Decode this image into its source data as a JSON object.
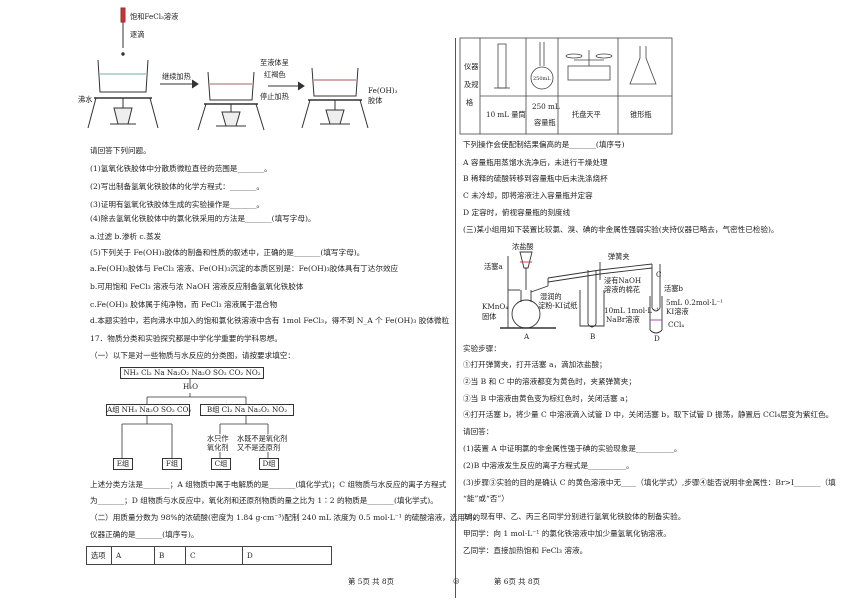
{
  "apparatus_top": {
    "reagent": "饱和FeCl₃溶液",
    "drip": "逐滴",
    "boiling_water": "沸水",
    "continue_heat": "继续加热",
    "until_red": "至液体呈",
    "red_brown": "红褐色",
    "stop_heat": "停止加热",
    "product": "Fe(OH)₃",
    "product2": "胶体"
  },
  "left_lines": [
    "请回答下列问题。",
    "(1)氢氧化铁胶体中分散质微粒直径的范围是_______。",
    "(2)写出制备氢氧化铁胶体的化学方程式：_______。",
    "(3)证明有氢氧化铁胶体生成的实验操作是_______。",
    "(4)除去氢氧化铁胶体中的氯化铁采用的方法是_______(填写字母)。",
    "a.过滤  b.渗析  c.蒸发",
    "(5)下列关于 Fe(OH)₃胶体的制备和性质的叙述中，正确的是_______(填写字母)。",
    "a.Fe(OH)₃胶体与 FeCl₃ 溶液、Fe(OH)₃沉淀的本质区别是：Fe(OH)₃胶体具有丁达尔效应",
    "b.可用饱和 FeCl₃ 溶液与浓 NaOH 溶液反应制备氢氧化铁胶体",
    "c.Fe(OH)₃ 胶体属于纯净物，而 FeCl₃ 溶液属于混合物",
    "d.本题实验中，若向沸水中加入的饱和氯化铁溶液中含有 1mol FeCl₃，得不到 N_A 个 Fe(OH)₃ 胶体微粒",
    "17．物质分类和实验探究都是中学化学重要的学科思想。",
    "（一）以下是对一些物质与水反应的分类图，请按要求填空："
  ],
  "classification": {
    "top": "NH₃ Cl₂ Na Na₂O₂ Na₂O SO₂ CO₂ NO₂",
    "water": "H₂O",
    "groupA": "A组 NH₃ Na₂O SO₂ CO₂",
    "groupB": "B组  Cl₂  Na  Na₂O₂  NO₂",
    "water_oxidant": "水只作",
    "water_oxidant2": "氧化剂",
    "water_neither": "水既不是氧化剂",
    "water_neither2": "又不是还原剂",
    "groupE": "E组",
    "groupF": "F组",
    "groupC": "C组",
    "groupD": "D组"
  },
  "left_lines2": [
    "上述分类方法是_______；A 组物质中属于电解质的是_______(填化学式)；C 组物质与水反应的离子方程式",
    "为_______；D 组物质与水反应中，氧化剂和还原剂物质的量之比为 1∶2 的物质是_______(填化学式)。",
    "（二）用质量分数为 98%的浓硫酸(密度为 1.84 g·cm⁻³)配制 240 mL 浓度为 0.5 mol·L⁻¹ 的硫酸溶液，选用到的",
    "仪器正确的是_______(填序号)。"
  ],
  "option_row": [
    "选项",
    "A",
    "B",
    "C",
    "D"
  ],
  "instrument_table": {
    "header1": "仪器",
    "header2": "及规",
    "header3": "格",
    "items": [
      "10 mL 量筒",
      "250 mL",
      "容量瓶",
      "托盘天平",
      "锥形瓶"
    ],
    "flask_mark": "250mL"
  },
  "right_lines": [
    "下列操作会使配制结果偏高的是_______(填序号)",
    "A  容量瓶用蒸馏水洗净后，未进行干燥处理",
    "B  稀释的硫酸转移到容量瓶中后未洗涤烧杯",
    "C  未冷却，即将溶液注入容量瓶并定容",
    "D  定容时，俯视容量瓶的刻度线",
    "(三)某小组用如下装置比较氯、溴、碘的非金属性强弱实验(夹持仪器已略去，气密性已检验)。"
  ],
  "apparatus_right": {
    "conc_hcl": "浓盐酸",
    "valve_a": "活塞a",
    "wet_paper": "湿润的",
    "wet_paper2": "淀粉-KI试纸",
    "kmno4": "KMnO₄",
    "solid": "固体",
    "clamp": "弹簧夹",
    "naoh_cotton": "浸有NaOH",
    "naoh_cotton2": "溶液的棉花",
    "valve_b": "活塞b",
    "nabr": "10mL 1mol·L⁻¹",
    "nabr2": "NaBr溶液",
    "ki": "5mL 0.2mol·L⁻¹",
    "ki2": "KI溶液",
    "ccl4": "CCl₄",
    "A": "A",
    "B": "B",
    "C": "C",
    "D": "D"
  },
  "right_lines2": [
    "实验步骤：",
    "①打开弹簧夹，打开活塞 a，滴加浓盐酸；",
    "②当 B 和 C 中的溶液都变为黄色时，夹紧弹簧夹；",
    "③当 B 中溶液由黄色变为棕红色时，关闭活塞 a；",
    "④打开活塞 b，将少量 C 中溶液滴入试管 D 中，关闭活塞 b，取下试管 D 振荡，静置后 CCl₄层变为紫红色。",
    "请回答：",
    "(1)装置 A 中证明氯的非金属性强于碘的实验现象是__________。",
    "(2)B 中溶液发生反应的离子方程式是__________。",
    "(3)步骤③实验的目的是确认 C 的黄色溶液中无____（填化学式）,步骤④能否说明非金属性：Br>I_______（填",
    "“能”或“否”）",
    "18．现有甲、乙、丙三名同学分别进行氢氧化铁胶体的制备实验。",
    "甲同学：向 1  mol·L⁻¹ 的氯化铁溶液中加少量氢氧化钠溶液。",
    "乙同学：直接加热饱和 FeCl₃ 溶液。"
  ],
  "footer": {
    "left": "第 5页  共 8页",
    "right": "第 6页  共 8页",
    "mark": "◎"
  }
}
